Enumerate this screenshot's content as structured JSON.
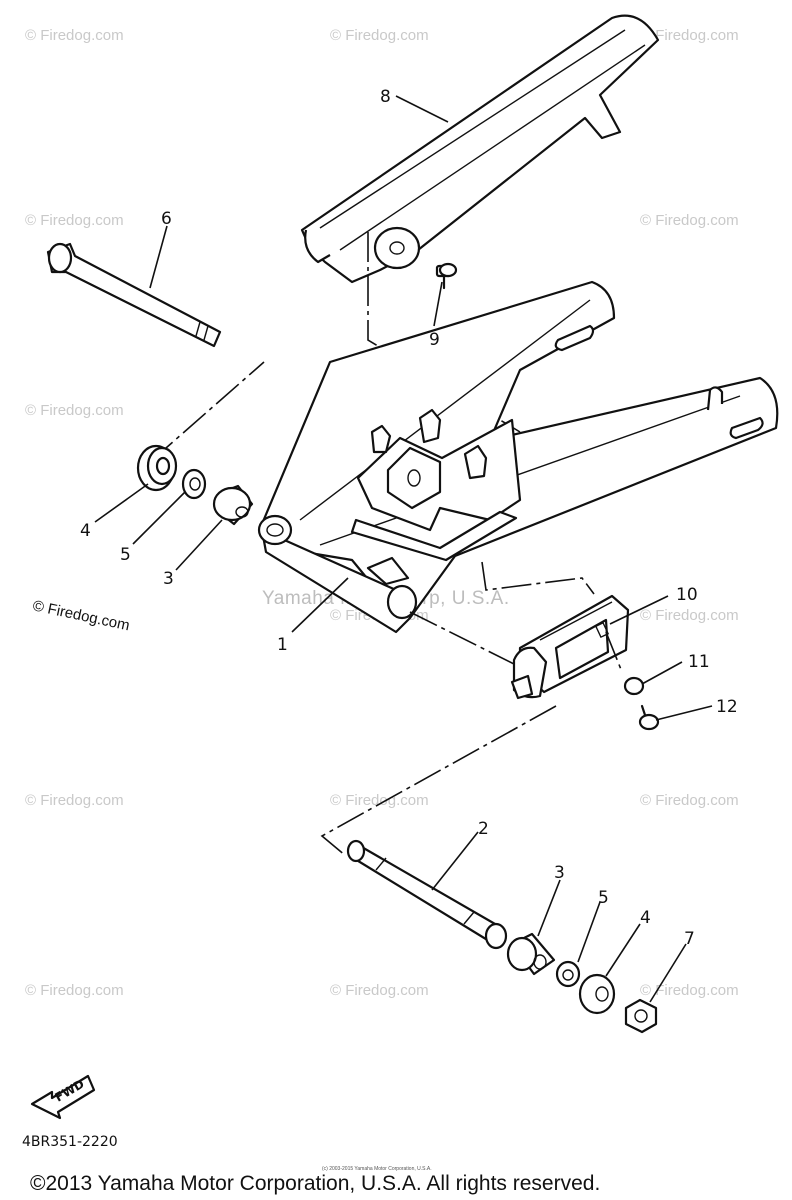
{
  "callouts": {
    "c1": "1",
    "c2": "2",
    "c3a": "3",
    "c3b": "3",
    "c4a": "4",
    "c4b": "4",
    "c5a": "5",
    "c5b": "5",
    "c6": "6",
    "c7": "7",
    "c8": "8",
    "c9": "9",
    "c10": "10",
    "c11": "11",
    "c12": "12"
  },
  "watermark": "© Firedog.com",
  "center_watermark": "Yamaha Motor Corp, U.S.A.",
  "side_watermark": "© Firedog.com",
  "fwd_label": "FWD",
  "diagram_code": "4BR351-2220",
  "tiny_notice": "(c) 2003-2015 Yamaha Motor Corporation, U.S.A.",
  "copyright": "©2013 Yamaha Motor Corporation, U.S.A. All rights reserved."
}
